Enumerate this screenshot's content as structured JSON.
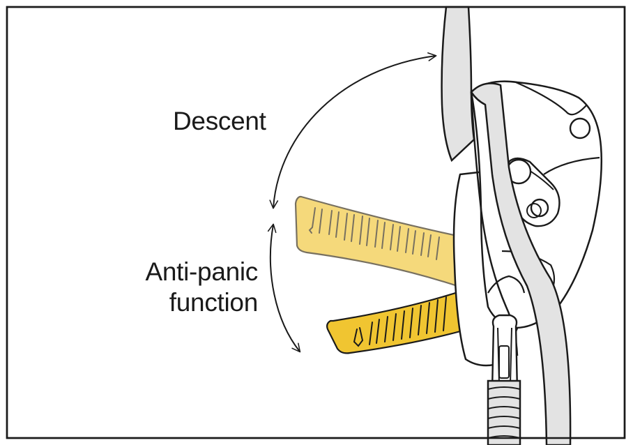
{
  "labels": {
    "descent": "Descent",
    "anti_panic_line1": "Anti-panic",
    "anti_panic_line2": "function"
  },
  "colors": {
    "frame": "#1a1a1a",
    "rope": "#e3e3e3",
    "handle_light": "#f5d97b",
    "handle_dark": "#f0c531",
    "handle_light_stroke": "#777060",
    "outline": "#1a1a1a",
    "background": "#ffffff"
  },
  "icons": {
    "device": "belay-device-illustration",
    "handle_up": "handle-descent-position-icon",
    "handle_down": "handle-anti-panic-position-icon",
    "arrow_descent": "double-arrow-descent-icon",
    "arrow_antipanic": "double-arrow-anti-panic-icon"
  }
}
